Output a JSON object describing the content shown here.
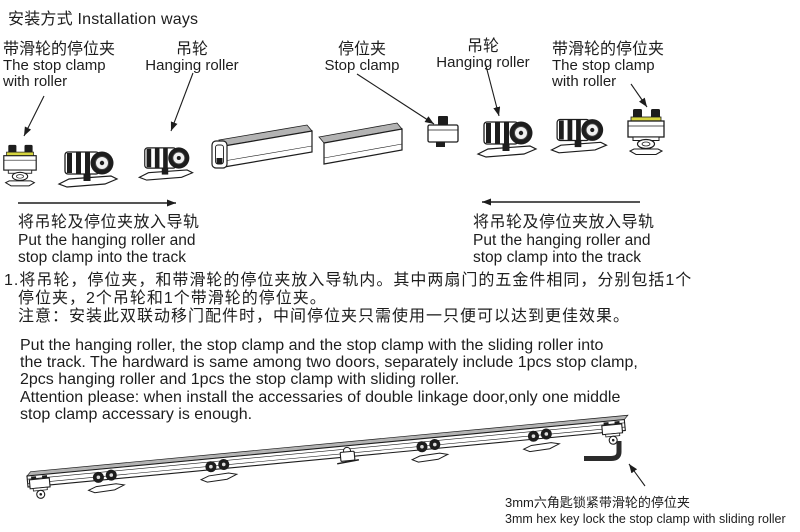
{
  "title": "安装方式 Installation ways",
  "part_labels": {
    "clamp_roller_left": {
      "zh": "带滑轮的停位夹",
      "en_line1": "The stop clamp",
      "en_line2": "with roller"
    },
    "hanging_roller_left": {
      "zh": "吊轮",
      "en": "Hanging roller"
    },
    "stop_clamp": {
      "zh": "停位夹",
      "en": "Stop clamp"
    },
    "hanging_roller_right": {
      "zh": "吊轮",
      "en": "Hanging roller"
    },
    "clamp_roller_right": {
      "zh": "带滑轮的停位夹",
      "en_line1": "The stop clamp",
      "en_line2": "with roller"
    }
  },
  "insert_instruction_left": {
    "zh": "将吊轮及停位夹放入导轨",
    "en_line1": "Put the hanging roller and",
    "en_line2": "stop clamp into the track"
  },
  "insert_instruction_right": {
    "zh": "将吊轮及停位夹放入导轨",
    "en_line1": "Put the hanging roller and",
    "en_line2": "stop clamp into the track"
  },
  "step_note_zh": {
    "line1": "1.将吊轮，停位夹，和带滑轮的停位夹放入导轨内。其中两扇门的五金件相同，分别包括1个",
    "line2": "停位夹，2个吊轮和1个带滑轮的停位夹。",
    "line3": "注意：安装此双联动移门配件时，中间停位夹只需使用一只便可以达到更佳效果。"
  },
  "step_note_en": {
    "line1": "Put the hanging roller, the stop clamp and the stop clamp with the sliding roller into",
    "line2": "the track. The hardward is same among two doors, separately include 1pcs stop clamp,",
    "line3": "2pcs hanging roller and 1pcs the stop clamp with sliding roller.",
    "line4": "Attention please: when install the accessaries of double linkage door,only one middle",
    "line5": "stop clamp accessary is enough."
  },
  "hex_key_note": {
    "zh": "3mm六角匙锁紧带滑轮的停位夹",
    "en": "3mm hex key lock the stop clamp with sliding roller"
  },
  "colors": {
    "ink": "#1d1d1d",
    "accent_yellow": "#d6d53e",
    "track_gray": "#b3b3b3"
  }
}
